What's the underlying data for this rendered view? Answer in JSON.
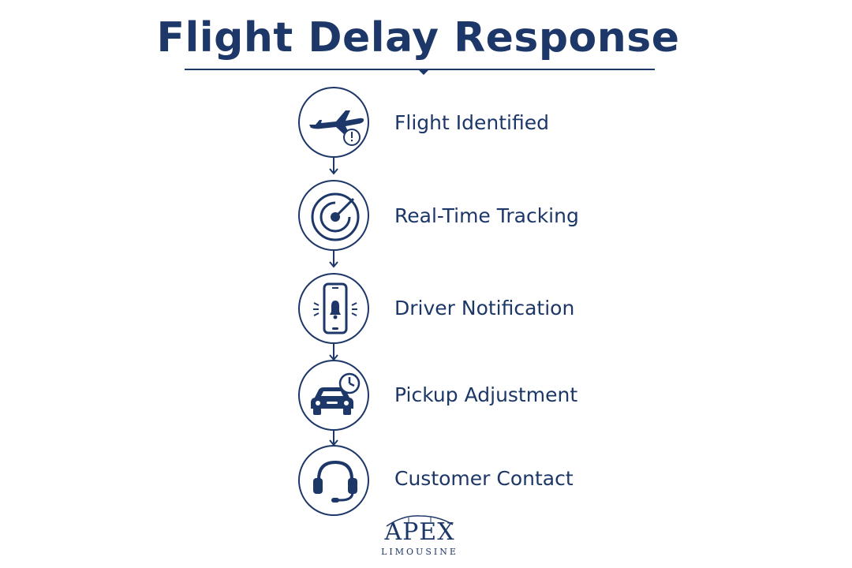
{
  "title": "Flight Delay Response",
  "steps": [
    {
      "label": "Flight Identified",
      "icon": "airplane-alert-icon"
    },
    {
      "label": "Real-Time Tracking",
      "icon": "radar-icon"
    },
    {
      "label": "Driver Notification",
      "icon": "phone-notification-icon"
    },
    {
      "label": "Pickup Adjustment",
      "icon": "car-clock-icon"
    },
    {
      "label": "Customer Contact",
      "icon": "headset-icon"
    }
  ],
  "logo": {
    "name": "APEX",
    "subtitle": "LIMOUSINE"
  },
  "colors": {
    "primary": "#1c3768",
    "background": "#ffffff"
  }
}
